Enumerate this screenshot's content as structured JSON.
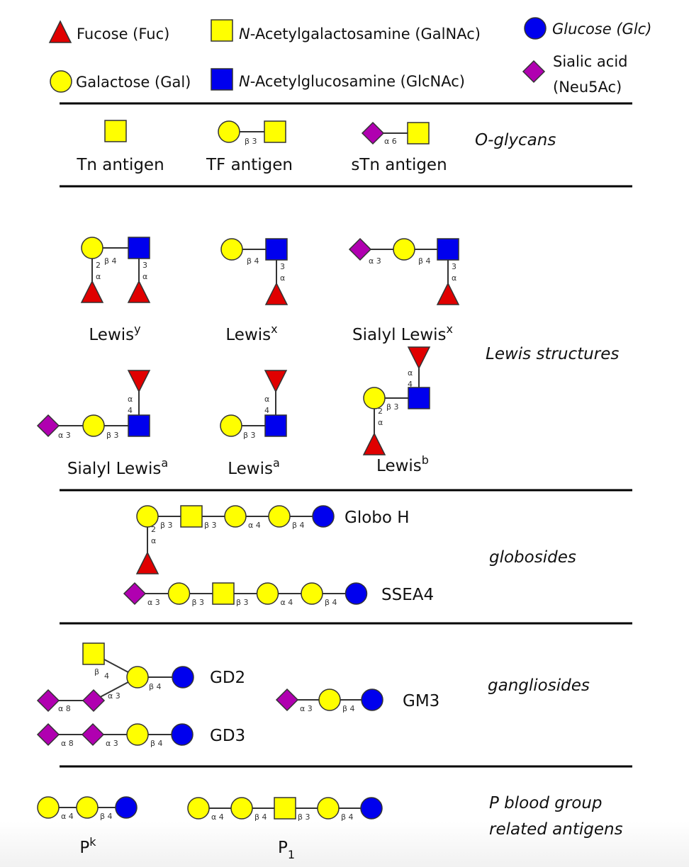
{
  "colors": {
    "fucose": "#e00000",
    "galactose": "#ffff00",
    "galnac": "#ffff00",
    "glcnac": "#0000ee",
    "glucose": "#0000ee",
    "sialic": "#b000b0",
    "outline": "#333333",
    "divider": "#000000"
  },
  "legend": [
    {
      "id": "fuc",
      "shape": "triangle",
      "label": "Fucose (Fuc)",
      "italic_prefix": ""
    },
    {
      "id": "galnac",
      "shape": "square-yellow",
      "label": "-Acetylgalactosamine (GalNAc)",
      "italic_prefix": "N"
    },
    {
      "id": "glc",
      "shape": "circle-blue",
      "label": "Glucose (Glc)",
      "italic_prefix": "",
      "italic": true
    },
    {
      "id": "gal",
      "shape": "circle-yellow",
      "label": "Galactose (Gal)",
      "italic_prefix": ""
    },
    {
      "id": "glcnac",
      "shape": "square-blue",
      "label": "-Acetylglucosamine (GlcNAc)",
      "italic_prefix": "N"
    },
    {
      "id": "neu5ac",
      "shape": "diamond",
      "label_line1": "Sialic acid",
      "label_line2": "(Neu5Ac)"
    }
  ],
  "sections": [
    {
      "category": "O-glycans",
      "structures": [
        {
          "name": "Tn antigen",
          "residues": [
            "GalNAc"
          ],
          "linkages": []
        },
        {
          "name": "TF antigen",
          "residues": [
            "Gal",
            "GalNAc"
          ],
          "linkages": [
            "β 3"
          ]
        },
        {
          "name": "sTn antigen",
          "residues": [
            "Neu5Ac",
            "GalNAc"
          ],
          "linkages": [
            "α 6"
          ]
        }
      ]
    },
    {
      "category": "Lewis structures",
      "structures": [
        {
          "name": "Lewis",
          "sup": "y",
          "residues": [
            "Gal",
            "GlcNAc",
            "Fuc",
            "Fuc"
          ],
          "linkages": [
            "β 4",
            "2 α",
            "3 α"
          ]
        },
        {
          "name": "Lewis",
          "sup": "x",
          "residues": [
            "Gal",
            "GlcNAc",
            "Fuc"
          ],
          "linkages": [
            "β 4",
            "3 α"
          ]
        },
        {
          "name": "Sialyl Lewis",
          "sup": "x",
          "residues": [
            "Neu5Ac",
            "Gal",
            "GlcNAc",
            "Fuc"
          ],
          "linkages": [
            "α 3",
            "β 4",
            "3 α"
          ]
        },
        {
          "name": "Sialyl Lewis",
          "sup": "a",
          "residues": [
            "Neu5Ac",
            "Gal",
            "GlcNAc",
            "Fuc"
          ],
          "linkages": [
            "α 3",
            "β 3",
            "α 4"
          ]
        },
        {
          "name": "Lewis",
          "sup": "a",
          "residues": [
            "Gal",
            "GlcNAc",
            "Fuc"
          ],
          "linkages": [
            "β 3",
            "α 4"
          ]
        },
        {
          "name": "Lewis",
          "sup": "b",
          "residues": [
            "Gal",
            "GlcNAc",
            "Fuc",
            "Fuc"
          ],
          "linkages": [
            "β 3",
            "α 4",
            "2 α"
          ]
        }
      ]
    },
    {
      "category": "globosides",
      "structures": [
        {
          "name": "Globo H",
          "residues": [
            "Gal",
            "GalNAc",
            "Gal",
            "Gal",
            "Glc",
            "Fuc"
          ],
          "linkages": [
            "β 3",
            "β 3",
            "α 4",
            "β 4",
            "2 α"
          ]
        },
        {
          "name": "SSEA4",
          "residues": [
            "Neu5Ac",
            "Gal",
            "GalNAc",
            "Gal",
            "Gal",
            "Glc"
          ],
          "linkages": [
            "α 3",
            "β 3",
            "β 3",
            "α 4",
            "β 4"
          ]
        }
      ]
    },
    {
      "category": "gangliosides",
      "structures": [
        {
          "name": "GD2",
          "residues": [
            "GalNAc",
            "Neu5Ac",
            "Neu5Ac",
            "Gal",
            "Glc"
          ],
          "linkages": [
            "β 4",
            "α 8",
            "α 3",
            "β 4"
          ]
        },
        {
          "name": "GM3",
          "residues": [
            "Neu5Ac",
            "Gal",
            "Glc"
          ],
          "linkages": [
            "α 3",
            "β 4"
          ]
        },
        {
          "name": "GD3",
          "residues": [
            "Neu5Ac",
            "Neu5Ac",
            "Gal",
            "Glc"
          ],
          "linkages": [
            "α 8",
            "α 3",
            "β 4"
          ]
        }
      ]
    },
    {
      "category_line1": "P blood group",
      "category_line2": "related antigens",
      "structures": [
        {
          "name": "P",
          "sup": "k",
          "residues": [
            "Gal",
            "Gal",
            "Glc"
          ],
          "linkages": [
            "α 4",
            "β 4"
          ]
        },
        {
          "name": "P",
          "sub": "1",
          "residues": [
            "Gal",
            "Gal",
            "GalNAc",
            "Gal",
            "Glc"
          ],
          "linkages": [
            "α 4",
            "β 4",
            "β 3",
            "β 4"
          ]
        }
      ]
    }
  ]
}
